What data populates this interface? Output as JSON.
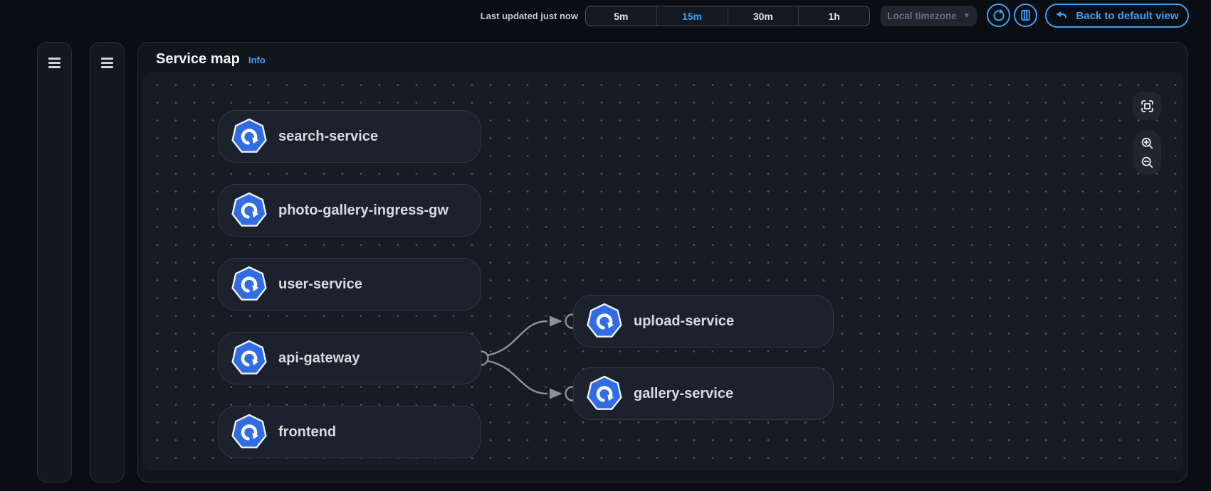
{
  "toolbar": {
    "last_updated": "Last updated just now",
    "time_ranges": [
      {
        "label": "5m",
        "selected": false
      },
      {
        "label": "15m",
        "selected": true
      },
      {
        "label": "30m",
        "selected": false
      },
      {
        "label": "1h",
        "selected": false
      }
    ],
    "timezone_select": {
      "value": "Local timezone",
      "icon": "caret-down-icon",
      "disabled": true
    },
    "refresh_button": {
      "icon": "refresh-icon"
    },
    "legend_button": {
      "icon": "map-icon"
    },
    "back_button": {
      "label": "Back to default view",
      "icon": "undo-arrow-icon"
    }
  },
  "panel": {
    "title": "Service map",
    "info_link": "Info"
  },
  "service_map": {
    "nodes": [
      {
        "label": "search-service",
        "icon": "kubernetes-icon"
      },
      {
        "label": "photo-gallery-ingress-gw",
        "icon": "kubernetes-icon"
      },
      {
        "label": "user-service",
        "icon": "kubernetes-icon"
      },
      {
        "label": "api-gateway",
        "icon": "kubernetes-icon"
      },
      {
        "label": "frontend",
        "icon": "kubernetes-icon"
      },
      {
        "label": "upload-service",
        "icon": "kubernetes-icon"
      },
      {
        "label": "gallery-service",
        "icon": "kubernetes-icon"
      }
    ],
    "edges": [
      {
        "from": "api-gateway",
        "to": "upload-service"
      },
      {
        "from": "api-gateway",
        "to": "gallery-service"
      }
    ],
    "controls": {
      "fit": "fit-to-screen-icon",
      "zoom_in": "zoom-in-icon",
      "zoom_out": "zoom-out-icon"
    }
  },
  "colors": {
    "accent_blue": "#3f9ff3",
    "kubernetes_blue": "#326ce5",
    "edge_gray": "#8a9199",
    "page_bg": "#0a0e13",
    "panel_bg": "#11161d",
    "canvas_bg": "#161c24",
    "node_bg": "#1b222d"
  }
}
